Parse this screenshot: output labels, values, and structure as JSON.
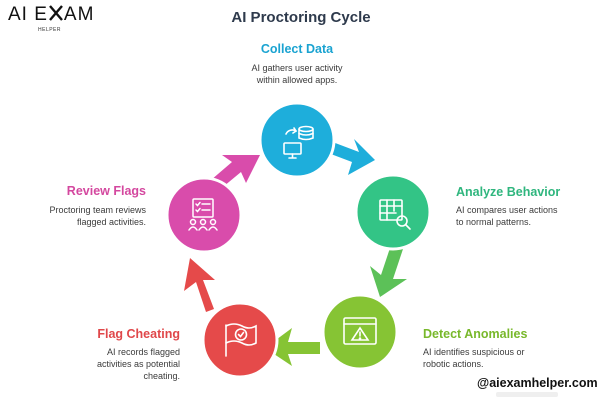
{
  "title": "AI Proctoring Cycle",
  "logo": {
    "main_left": "AI E",
    "main_right": "AM",
    "sub": "HELPER"
  },
  "handle": "@aiexamhelper.com",
  "stages": [
    {
      "key": "collect",
      "title": "Collect Data",
      "desc_lines": [
        "AI gathers user activity",
        "within allowed apps."
      ],
      "color": "#1eaedb",
      "icon": "database-sync-monitor-icon"
    },
    {
      "key": "analyze",
      "title": "Analyze Behavior",
      "desc_lines": [
        "AI compares user actions",
        "to normal patterns."
      ],
      "color": "#33c486",
      "icon": "table-magnifier-icon"
    },
    {
      "key": "detect",
      "title": "Detect Anomalies",
      "desc_lines": [
        "AI identifies suspicious or",
        "robotic actions."
      ],
      "color": "#86c434",
      "icon": "browser-warning-icon"
    },
    {
      "key": "flag",
      "title": "Flag Cheating",
      "desc_lines": [
        "AI records flagged",
        "activities as potential",
        "cheating."
      ],
      "color": "#e54a4a",
      "icon": "flag-check-icon"
    },
    {
      "key": "review",
      "title": "Review Flags",
      "desc_lines": [
        "Proctoring team reviews",
        "flagged activities."
      ],
      "color": "#d94cab",
      "icon": "checklist-team-icon"
    }
  ],
  "text_colors": {
    "collect": "#1aa3d1",
    "analyze": "#2fb67e",
    "detect": "#78b82b",
    "flag": "#e0474a",
    "review": "#d4489f"
  }
}
